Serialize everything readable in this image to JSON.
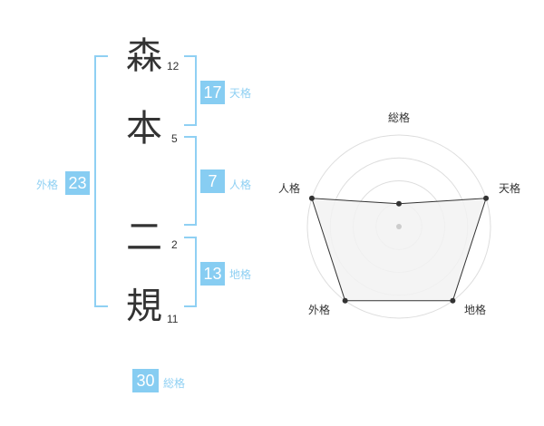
{
  "name_chars": [
    {
      "char": "森",
      "strokes": "12"
    },
    {
      "char": "本",
      "strokes": "5"
    },
    {
      "char": "二",
      "strokes": "2"
    },
    {
      "char": "規",
      "strokes": "11"
    }
  ],
  "fortunes": {
    "tenkaku": {
      "value": "17",
      "label": "天格"
    },
    "jinkaku": {
      "value": "7",
      "label": "人格"
    },
    "chikaku": {
      "value": "13",
      "label": "地格"
    },
    "gaikaku": {
      "value": "23",
      "label": "外格"
    },
    "soukaku": {
      "value": "30",
      "label": "総格"
    }
  },
  "chart_data": {
    "type": "radar",
    "axes": [
      "総格",
      "天格",
      "地格",
      "外格",
      "人格"
    ],
    "levels": 4,
    "max": 4,
    "values": [
      1,
      4,
      4,
      4,
      4
    ],
    "colors": {
      "fill": "#f2f2f2",
      "line": "#333333",
      "grid": "#dddddd",
      "center": "#cccccc"
    }
  }
}
